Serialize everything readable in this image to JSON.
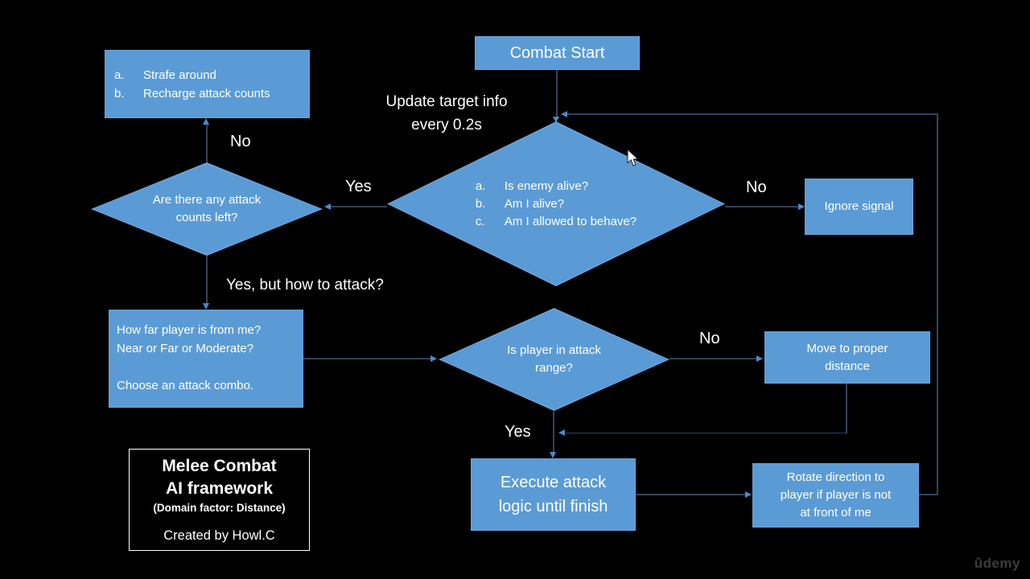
{
  "colors": {
    "bg": "#000000",
    "node_fill": "#5b9bd5",
    "node_edge": "#6ba3dc",
    "connector": "#32425e",
    "arrow": "#4e88c7",
    "text": "#ffffff",
    "title_border": "#ffffff",
    "logo": "#3d3d3d"
  },
  "nodes": {
    "combat_start": {
      "label": "Combat Start"
    },
    "update_note": {
      "line1": "Update target info",
      "line2": "every 0.2s"
    },
    "signal_check": {
      "items": [
        {
          "marker": "a.",
          "text": "Is enemy alive?"
        },
        {
          "marker": "b.",
          "text": "Am I alive?"
        },
        {
          "marker": "c.",
          "text": "Am I allowed to behave?"
        }
      ]
    },
    "ignore_signal": {
      "label": "Ignore signal"
    },
    "attack_counts": {
      "line1": "Are there any attack",
      "line2": "counts left?"
    },
    "recharge": {
      "items": [
        {
          "marker": "a.",
          "text": "Strafe around"
        },
        {
          "marker": "b.",
          "text": "Recharge attack counts"
        }
      ]
    },
    "choose_combo": {
      "line1": "How far player is from me?",
      "line2": "Near or Far or Moderate?",
      "line3": "Choose an attack combo."
    },
    "attack_range": {
      "line1": "Is player in attack",
      "line2": "range?"
    },
    "move_distance": {
      "line1": "Move to proper",
      "line2": "distance"
    },
    "execute_attack": {
      "line1": "Execute attack",
      "line2": "logic until finish"
    },
    "rotate_direction": {
      "line1": "Rotate direction to",
      "line2": "player if player is not",
      "line3": "at front of me"
    }
  },
  "edge_labels": {
    "no_to_recharge": "No",
    "yes_to_counts": "Yes",
    "no_to_ignore": "No",
    "yes_how_attack": "Yes, but how to attack?",
    "no_to_move": "No",
    "yes_to_execute": "Yes"
  },
  "title_card": {
    "line1": "Melee Combat",
    "line2": "AI framework",
    "line3": "(Domain factor: Distance)",
    "line4": "Created by Howl.C"
  },
  "branding": {
    "logo": "ûdemy"
  }
}
